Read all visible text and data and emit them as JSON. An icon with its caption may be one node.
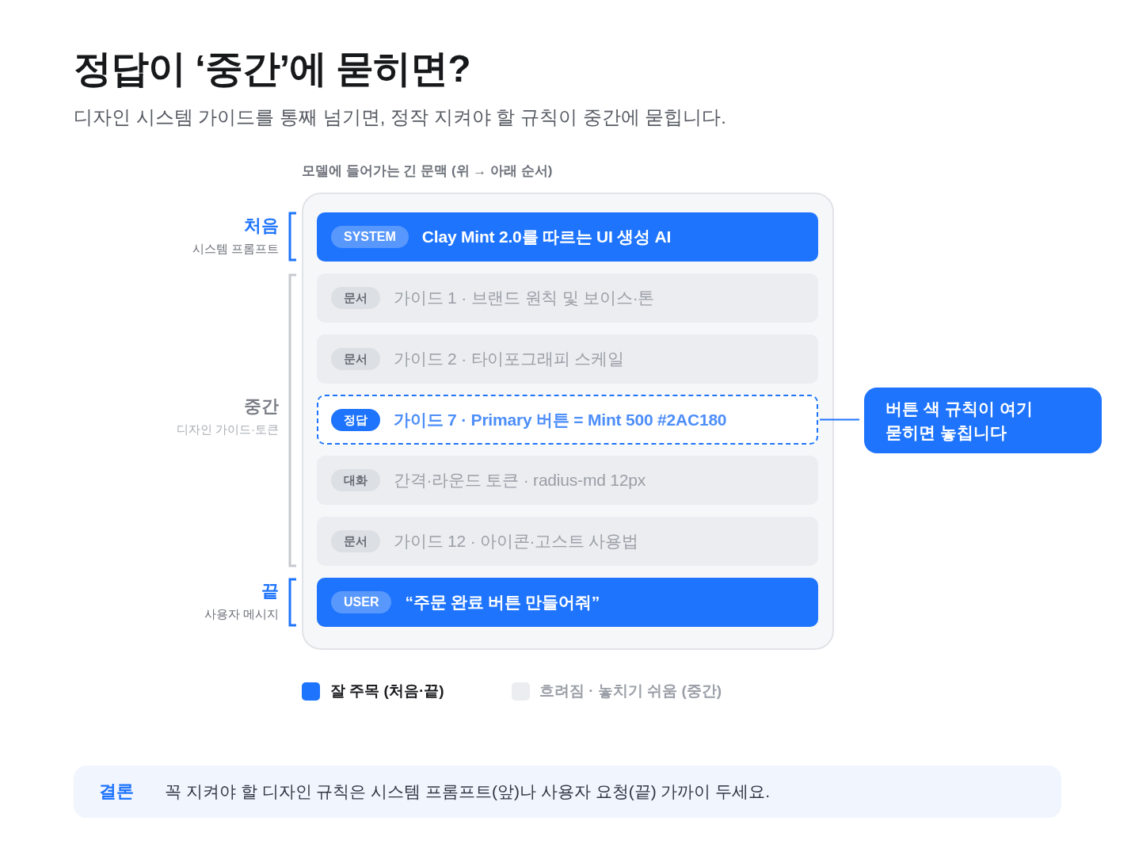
{
  "diagram": {
    "title": "정답이 ‘중간’에 묻히면?",
    "nodes": [
      {
        "text": [
          "모델에 들어가는 긴 문맥 (위 → 아래 순서)"
        ]
      },
      {
        "text": [
          "SYSTEM",
          "Clay Mint 2.0를 따르는 UI 생성 AI"
        ],
        "in": 0
      },
      {
        "text": [
          "문서",
          "가이드 1 · 브랜드 원칙 및 보이스·톤"
        ],
        "in": 0
      },
      {
        "text": [
          "문서",
          "가이드 2 · 타이포그래피 스케일"
        ],
        "in": 0
      },
      {
        "text": [
          "정답",
          "가이드 7 · Primary 버튼 = Mint 500 #2AC180"
        ],
        "in": 0
      },
      {
        "text": [
          "대화",
          "간격·라운드 토큰 · radius-md 12px"
        ],
        "in": 0
      },
      {
        "text": [
          "문서",
          "가이드 12 · 아이콘·고스트 사용법"
        ],
        "in": 0
      },
      {
        "text": [
          "USER",
          "“주문 완료 버튼 만들어줘”"
        ],
        "in": 0
      },
      {
        "text": [
          "버튼 색 규칙이 여기 묻히면 놓칩니다"
        ]
      },
      {
        "text": [
          "결론",
          "꼭 지켜야 할 디자인 규칙은 시스템 프롬프트(앞)나 사용자 요청(끝) 가까이 두세요."
        ]
      }
    ],
    "edges": [
      {
        "from": 4,
        "to": 8,
        "arrow": "other"
      }
    ],
    "labels": [
      "디자인 시스템 가이드를 통째 넘기면, 정작 지켜야 할 규칙이 중간에 묻힙니다.",
      "처음",
      "시스템 프롬프트",
      "중간",
      "디자인 가이드·토큰",
      "끝",
      "사용자 메시지"
    ],
    "legend": [
      {
        "text": "잘 주목 (처음·끝)",
        "color": "#1e74fd"
      },
      {
        "text": "흐려짐 · 놓치기 쉬움 (중간)",
        "color": "#ebedf0"
      }
    ]
  }
}
